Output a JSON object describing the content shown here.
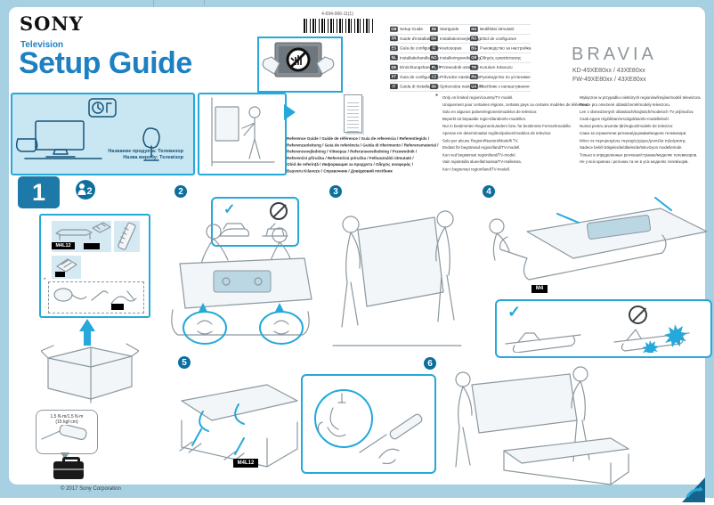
{
  "accent_colors": {
    "cyan": "#25a8da",
    "title_blue": "#1c80c3",
    "step_blue": "#0d6f9e",
    "page_bg": "#a7d0e3",
    "label_bg": "#000000"
  },
  "header": {
    "brand": "SONY",
    "product_type": "Television",
    "title": "Setup Guide",
    "part_number": "4-694-066-11(1)",
    "logo": "BRAVIA",
    "model_line1": "KD-49XE80xx / 43XE80xx",
    "model_line2": "FW-49XE80xx / 43XE80xx"
  },
  "language_table": {
    "columns": [
      [
        {
          "code": "GB",
          "label": "Setup Guide"
        },
        {
          "code": "FR",
          "label": "Guide d'installation"
        },
        {
          "code": "ES",
          "label": "Guía de configuración"
        },
        {
          "code": "NL",
          "label": "Installatiehandleiding"
        },
        {
          "code": "DE",
          "label": "Einrichtungshandbuch"
        },
        {
          "code": "PT",
          "label": "Guia de configuração"
        },
        {
          "code": "IT",
          "label": "Guida di installazione"
        }
      ],
      [
        {
          "code": "SE",
          "label": "Startguide"
        },
        {
          "code": "DK",
          "label": "Installationsvejledning"
        },
        {
          "code": "FI",
          "label": "Asetusopas"
        },
        {
          "code": "NO",
          "label": "Installeringsveiledning"
        },
        {
          "code": "PL",
          "label": "Przewodnik ustawień"
        },
        {
          "code": "CZ",
          "label": "Průvodce nastavením"
        },
        {
          "code": "SK",
          "label": "Sprievodca nastavením"
        }
      ],
      [
        {
          "code": "HU",
          "label": "Beállítási útmutató"
        },
        {
          "code": "RO",
          "label": "Ghid de configurare"
        },
        {
          "code": "BG",
          "label": "Ръководство за настройка"
        },
        {
          "code": "GR",
          "label": "Οδηγός εγκατάστασης"
        },
        {
          "code": "TR",
          "label": "Kurulum Kılavuzu"
        },
        {
          "code": "RU",
          "label": "Руководство по установке"
        },
        {
          "code": "UA",
          "label": "Посібник з налаштування"
        }
      ]
    ]
  },
  "product_name_label": {
    "line1": "Название продукта: Телевизор",
    "line2": "Назва виробу: Телевізор"
  },
  "reference_block": {
    "lines": [
      "Reference Guide / Guide de référence / Guía de referencia / Referentiegids /",
      "Referenzanleitung / Guia de referência / Guida di riferimento / Referensmaterial /",
      "Referencevejledning / Viiteopas / Referanseveiledning / Przewodnik /",
      "Referenční příručka / Referenčná príručka / Felhasználói útmutató /",
      "Ghid de referință / Информация за продукта / Οδηγός αναφοράς /",
      "Başvuru Kılavuzu / Справочник / Довідковий посібник"
    ]
  },
  "footnote": {
    "marker": "*",
    "col1": [
      "Only on limited region/country/TV model.",
      "Uniquement pour certaines régions, certains pays ou certains modèles de téléviseur.",
      "Solo en algunos países/regiones/modelos de televisor.",
      "Beperkt tot bepaalde regio's/landen/tv-modellen.",
      "Nur in bestimmten Regionen/Ländern bzw. für bestimmte Fernsehmodelle.",
      "Apenas em determinadas regiões/países/modelos de televisor.",
      "Solo per alcune Regioni/Nazioni/Modelli TV.",
      "Endast för begränsad region/land/TV-modell.",
      "Kun ved begrænset region/land/TV-model.",
      "Vain rajoitetulla alueella/maissa/TV-malleissa.",
      "Kun i begrenset region/land/TV-modell."
    ],
    "col2": [
      "Wyłącznie w przypadku niektórych regionów/krajów/modeli telewizora.",
      "Pouze pro omezené oblasti/země/modely televizoru.",
      "Len v obmedzených oblastiach/krajinách/modeloch TV prijímačov.",
      "Csak egyes régiókban/országokban/tv-modelleknél.",
      "Numai pentru anumite țări/regiuni/modele de televizor.",
      "Само за ограничени региони/държави/модели телевизори.",
      "Μόνο σε περιορισμένες περιοχές/χώρες/μοντέλα τηλεόρασης.",
      "Sadece belirli bölgelerde/ülkelerde/televizyon modellerinde.",
      "Только в определенных регионах/странах/моделях телевизоров.",
      "Не у всіх країнах і регіонах та не в усіх моделях телевізорів."
    ]
  },
  "steps": {
    "s1": "1",
    "s2": "2",
    "s3": "3",
    "s4": "4",
    "s5": "5",
    "s6": "6"
  },
  "badges": {
    "people_count": "2"
  },
  "hardware_labels": {
    "parts_stand_screws": "M4L12",
    "step4_screws": "M4",
    "step5_screws": "M4L12"
  },
  "torque_note": {
    "line1": "1.5 N·m/1.5 N·m",
    "line2": "(15 kgf·cm)"
  },
  "icons": {
    "check": "✓"
  },
  "footer": {
    "copyright": "© 2017 Sony Corporation"
  }
}
